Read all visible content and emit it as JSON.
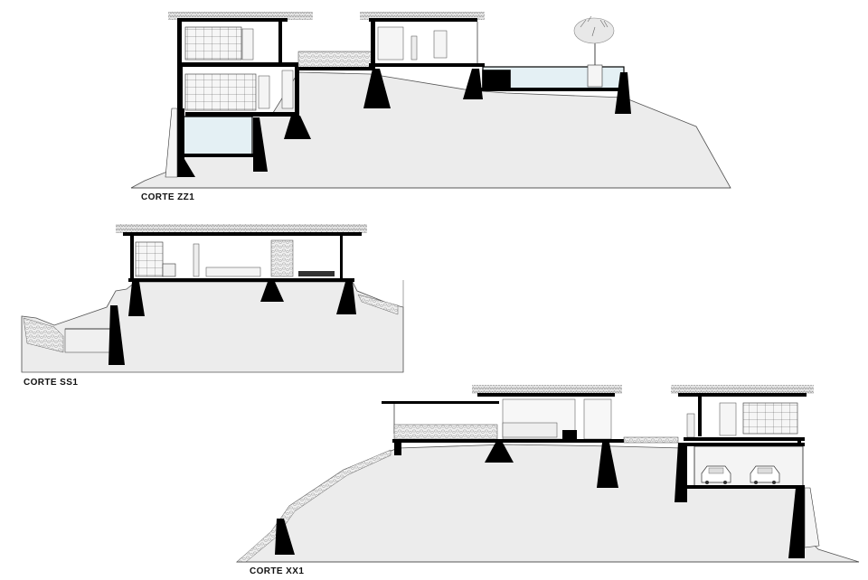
{
  "sections": [
    {
      "id": "zz1",
      "label": "CORTE ZZ1"
    },
    {
      "id": "ss1",
      "label": "CORTE SS1"
    },
    {
      "id": "xx1",
      "label": "CORTE XX1"
    }
  ]
}
